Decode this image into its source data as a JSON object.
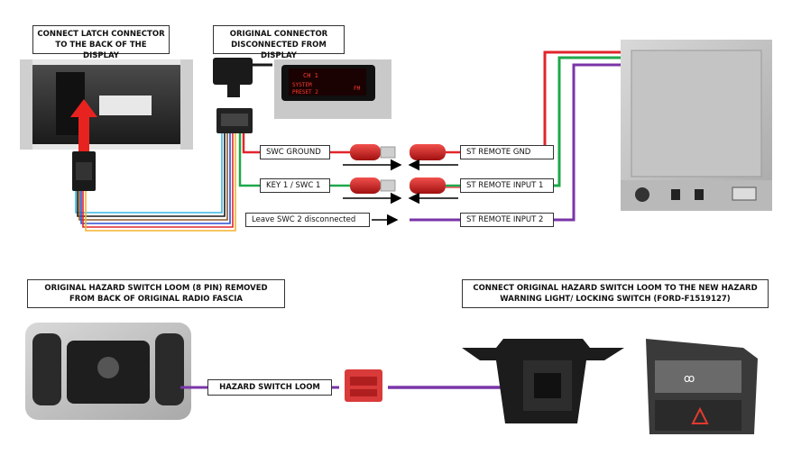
{
  "labels": {
    "latch": "CONNECT LATCH CONNECTOR TO THE BACK OF THE DISPLAY",
    "original_connector": "ORIGINAL CONNECTOR DISCONNECTED FROM DISPLAY",
    "hazard_removed": "ORIGINAL HAZARD SWITCH LOOM (8 PIN) REMOVED FROM BACK OF ORIGINAL RADIO FASCIA",
    "connect_hazard": "CONNECT ORIGINAL HAZARD SWITCH LOOM TO THE NEW HAZARD WARNING LIGHT/ LOCKING SWITCH (FORD-F1519127)",
    "hazard_loom": "HAZARD SWITCH LOOM"
  },
  "wires": {
    "swc_ground": "SWC GROUND",
    "key1_swc1": "KEY 1 / SWC 1",
    "leave_swc2": "Leave SWC 2 disconnected",
    "st_remote_gnd": "ST REMOTE GND",
    "st_remote_input1": "ST REMOTE INPUT 1",
    "st_remote_input2": "ST REMOTE INPUT 2"
  },
  "display_screen": {
    "line1": "CH 1",
    "line2": "SYSTEM",
    "line3": "PRESET 2",
    "line4": "FM"
  },
  "colors": {
    "red": "#e0262b",
    "green": "#1fa84a",
    "purple": "#7a35a8",
    "arrow_red": "#e8231f"
  }
}
